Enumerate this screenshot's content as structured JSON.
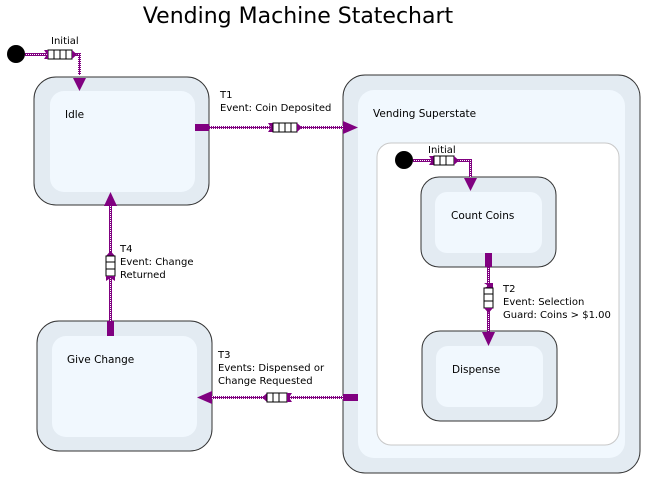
{
  "title": "Vending Machine Statechart",
  "colors": {
    "transition": "#800080",
    "state_outer": "#e3ebf2",
    "state_inner": "#f1f8fe",
    "state_border": "#333333",
    "region_border": "#c8c8c8",
    "initial_node": "#000000"
  },
  "states": {
    "idle": "Idle",
    "give_change": "Give Change",
    "vending_superstate": "Vending Superstate",
    "count_coins": "Count Coins",
    "dispense": "Dispense"
  },
  "initial_labels": {
    "top": "Initial",
    "inner": "Initial"
  },
  "transitions": {
    "t1": {
      "id": "T1",
      "line1": "Event: Coin Deposited"
    },
    "t2": {
      "id": "T2",
      "line1": "Event: Selection",
      "line2": "Guard: Coins > $1.00"
    },
    "t3": {
      "id": "T3",
      "line1": "Events: Dispensed or",
      "line2": "Change Requested"
    },
    "t4": {
      "id": "T4",
      "line1": "Event: Change",
      "line2": "Returned"
    }
  }
}
